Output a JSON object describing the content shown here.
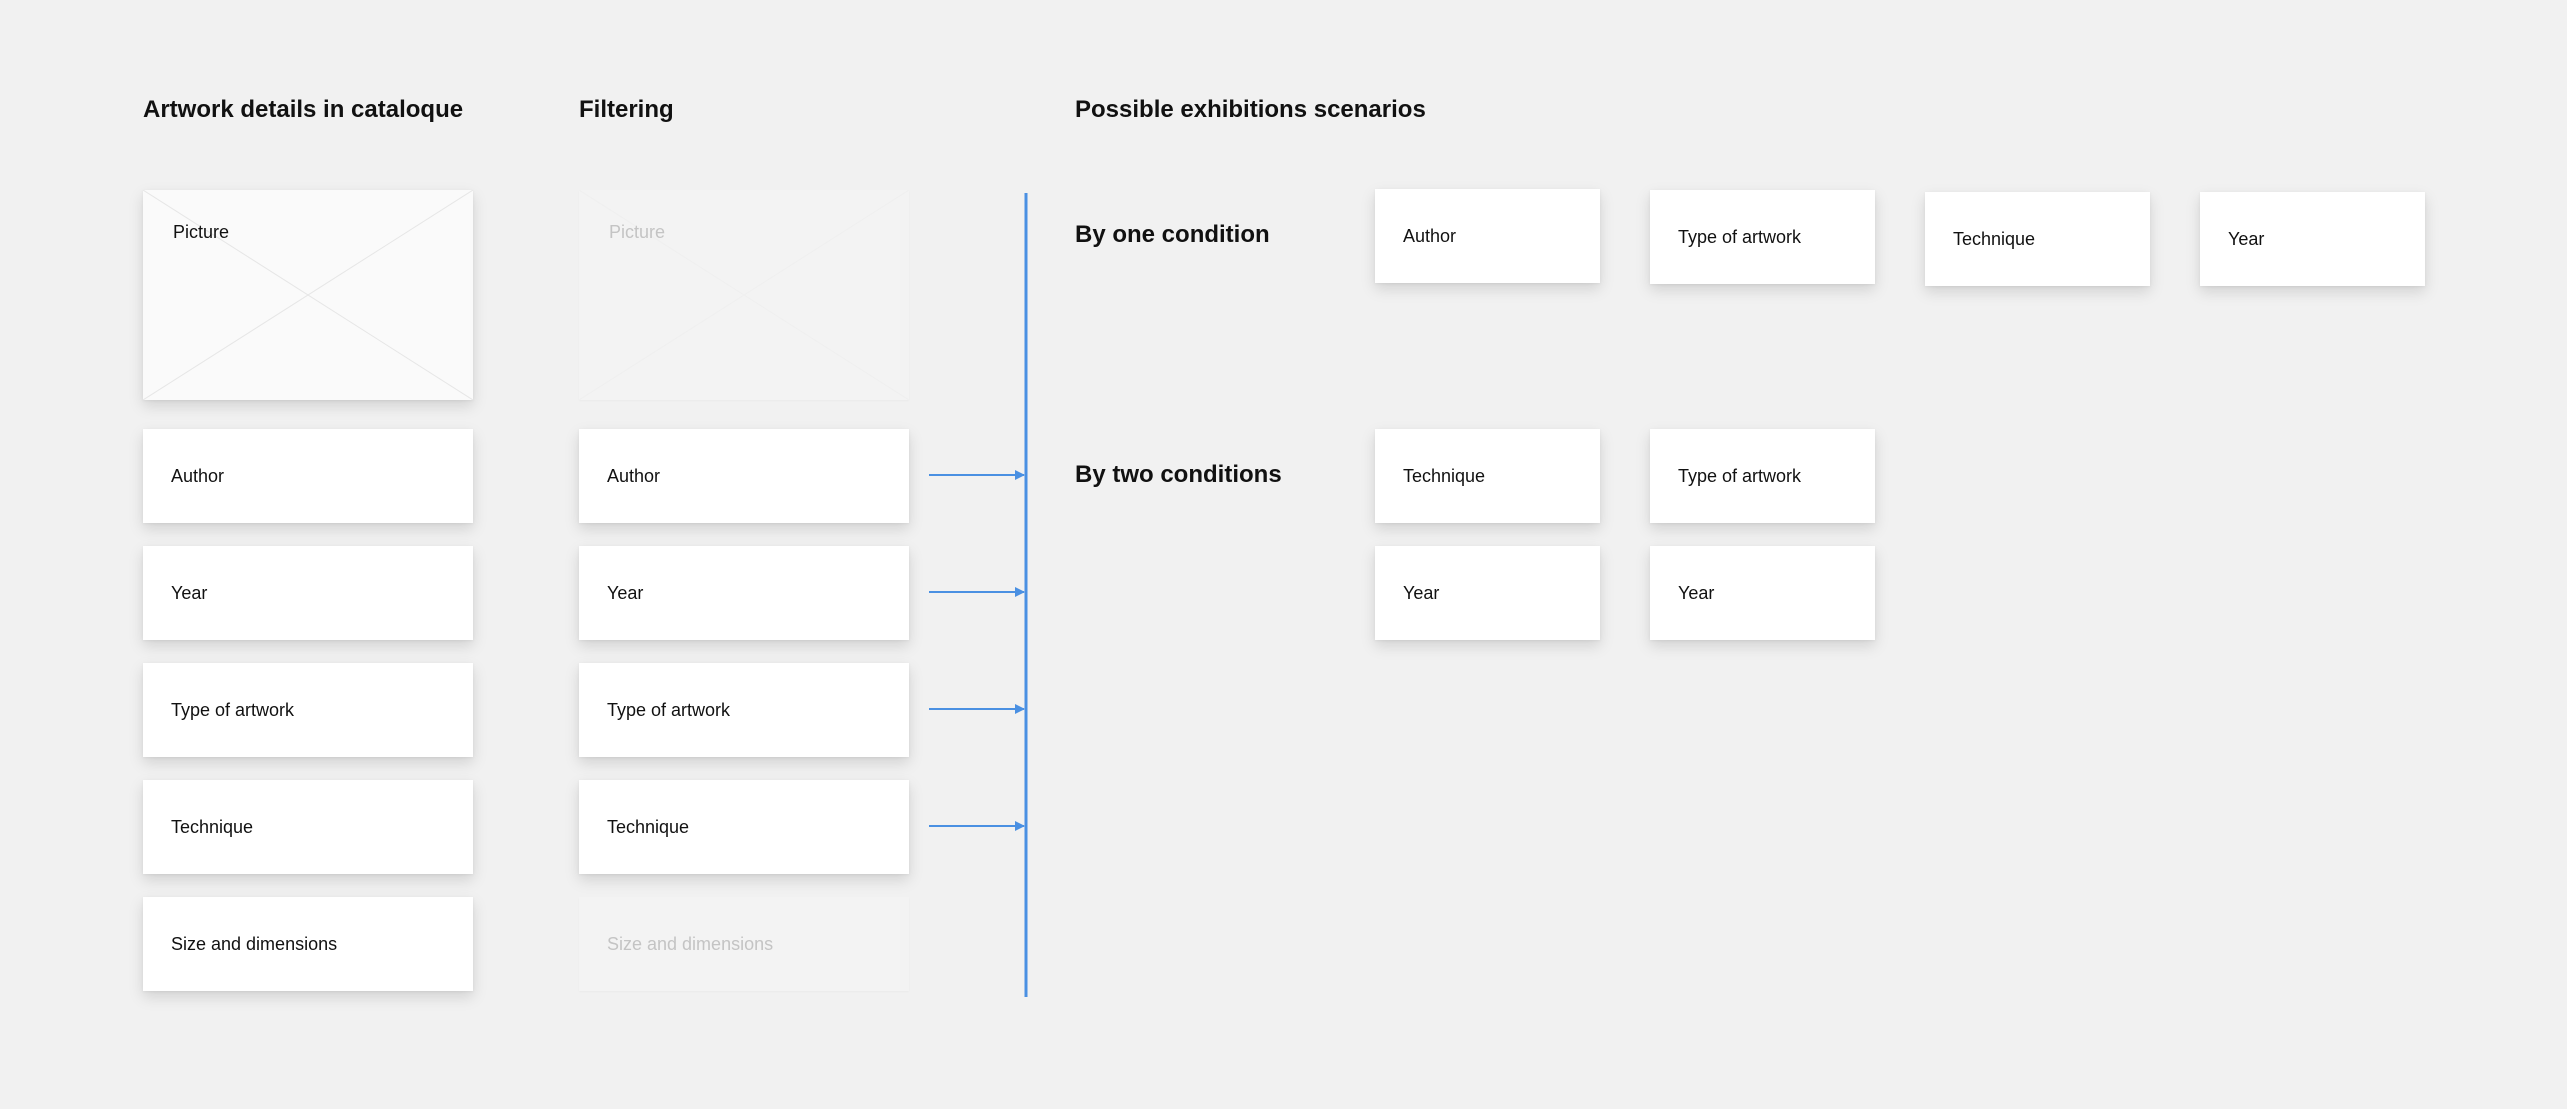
{
  "headings": {
    "catalogue": "Artwork details in cataloque",
    "filtering": "Filtering",
    "scenarios": "Possible exhibitions scenarios"
  },
  "catalogue": {
    "picture": "Picture",
    "author": "Author",
    "year": "Year",
    "type": "Type of artwork",
    "technique": "Technique",
    "size": "Size and dimensions"
  },
  "filtering": {
    "picture": "Picture",
    "author": "Author",
    "year": "Year",
    "type": "Type of artwork",
    "technique": "Technique",
    "size": "Size and dimensions"
  },
  "scenarios": {
    "one_condition": {
      "label": "By one condition",
      "items": [
        "Author",
        "Type of artwork",
        "Technique",
        "Year"
      ]
    },
    "two_conditions": {
      "label": "By two conditions",
      "row1": [
        "Technique",
        "Type of artwork"
      ],
      "row2": [
        "Year",
        "Year"
      ]
    }
  },
  "colors": {
    "background": "#f1f1f1",
    "card": "#ffffff",
    "connector": "#4a90e2",
    "dim_text": "#c4c4c4"
  }
}
